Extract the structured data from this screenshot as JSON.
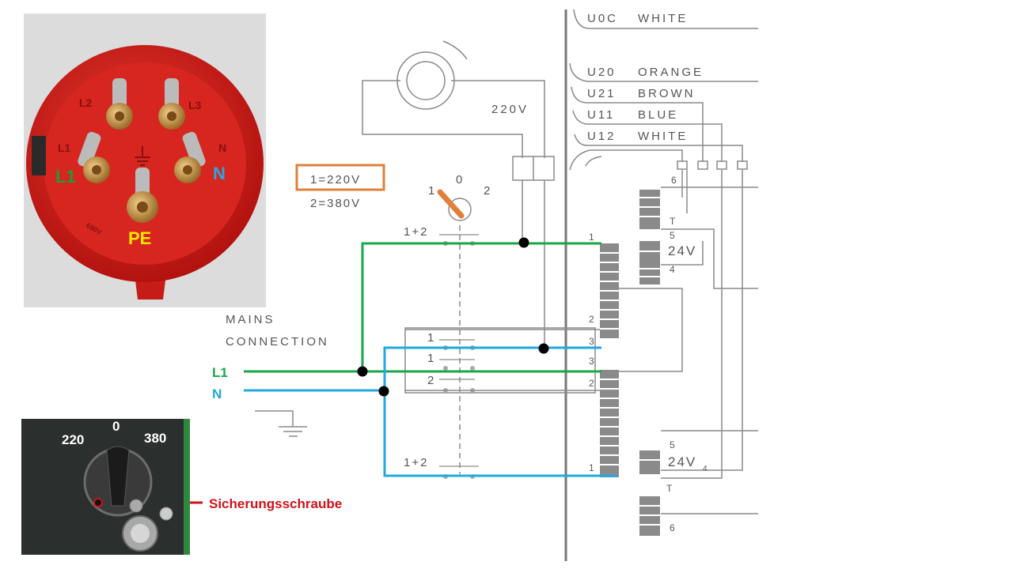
{
  "plug_photo": {
    "pins": {
      "l2": "L2",
      "l3": "L3",
      "l1_small": "L1",
      "n_small": "N"
    },
    "labels": {
      "l1": "L1",
      "n": "N",
      "pe": "PE"
    },
    "rating_text": "690V",
    "colors": {
      "l1": "#1a9e3a",
      "n": "#2aa7e0",
      "pe": "#ffe600",
      "housing": "#d81f1c"
    }
  },
  "switch_photo": {
    "positions": {
      "left": "220",
      "center": "0",
      "right": "380"
    },
    "annotation": "Sicherungsschraube",
    "annotation_color": "#d0121b"
  },
  "schematic": {
    "wires": [
      {
        "code": "U0C",
        "color": "WHITE"
      },
      {
        "code": "U20",
        "color": "ORANGE"
      },
      {
        "code": "U21",
        "color": "BROWN"
      },
      {
        "code": "U11",
        "color": "BLUE"
      },
      {
        "code": "U12",
        "color": "WHITE"
      }
    ],
    "voltage_label": "220V",
    "selector": {
      "option1": "1=220V",
      "option2": "2=380V",
      "pos_1": "1",
      "pos_0": "0",
      "pos_2": "2"
    },
    "contacts": {
      "top": "1+2",
      "mid_1a": "1",
      "mid_1b": "1",
      "mid_2": "2",
      "bottom": "1+2"
    },
    "mains_title": "MAINS",
    "mains_subtitle": "CONNECTION",
    "inputs": {
      "l1": "L1",
      "n": "N"
    },
    "terminals": [
      "1",
      "2",
      "3",
      "3",
      "2",
      "1"
    ],
    "transformer_labels": {
      "t_top_6": "6",
      "t_top_t": "T",
      "t_top_5": "5",
      "t_top_24v": "24V",
      "t_top_4": "4",
      "t_bot_5": "5",
      "t_bot_24v": "24V",
      "t_bot_4": "4",
      "t_bot_t": "T",
      "t_bot_6": "6"
    },
    "colors": {
      "line_l1": "#1aa64a",
      "line_n": "#22a8e0",
      "selector_box": "#e0803a",
      "schematic": "#8a8a8a"
    }
  }
}
